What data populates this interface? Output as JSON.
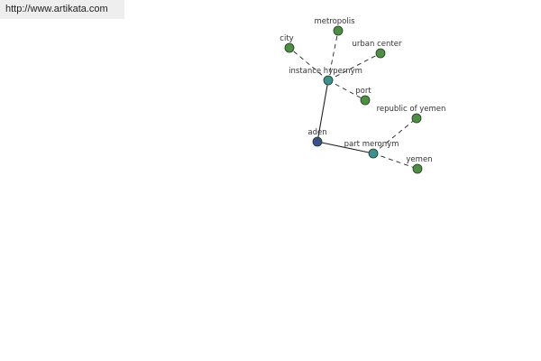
{
  "banner": {
    "url_text": "http://www.artikata.com"
  },
  "colors": {
    "leaf": "#4f8d47",
    "relation": "#3f8f8f",
    "root": "#3b4f8c",
    "edge": "#222222"
  },
  "graph": {
    "nodes": [
      {
        "id": "aden",
        "label": "aden",
        "kind": "root"
      },
      {
        "id": "instance_hypernym",
        "label": "instance hypernym",
        "kind": "relation"
      },
      {
        "id": "part_meronym",
        "label": "part meronym",
        "kind": "relation"
      },
      {
        "id": "city",
        "label": "city",
        "kind": "leaf"
      },
      {
        "id": "metropolis",
        "label": "metropolis",
        "kind": "leaf"
      },
      {
        "id": "urban_center",
        "label": "urban center",
        "kind": "leaf"
      },
      {
        "id": "port",
        "label": "port",
        "kind": "leaf"
      },
      {
        "id": "republic_of_yemen",
        "label": "republic of yemen",
        "kind": "leaf"
      },
      {
        "id": "yemen",
        "label": "yemen",
        "kind": "leaf"
      }
    ],
    "edges": [
      {
        "from": "aden",
        "to": "instance_hypernym",
        "style": "solid"
      },
      {
        "from": "aden",
        "to": "part_meronym",
        "style": "solid"
      },
      {
        "from": "instance_hypernym",
        "to": "city",
        "style": "dashed"
      },
      {
        "from": "instance_hypernym",
        "to": "metropolis",
        "style": "dashed"
      },
      {
        "from": "instance_hypernym",
        "to": "urban_center",
        "style": "dashed"
      },
      {
        "from": "instance_hypernym",
        "to": "port",
        "style": "dashed"
      },
      {
        "from": "part_meronym",
        "to": "republic_of_yemen",
        "style": "dashed"
      },
      {
        "from": "part_meronym",
        "to": "yemen",
        "style": "dashed"
      }
    ]
  }
}
